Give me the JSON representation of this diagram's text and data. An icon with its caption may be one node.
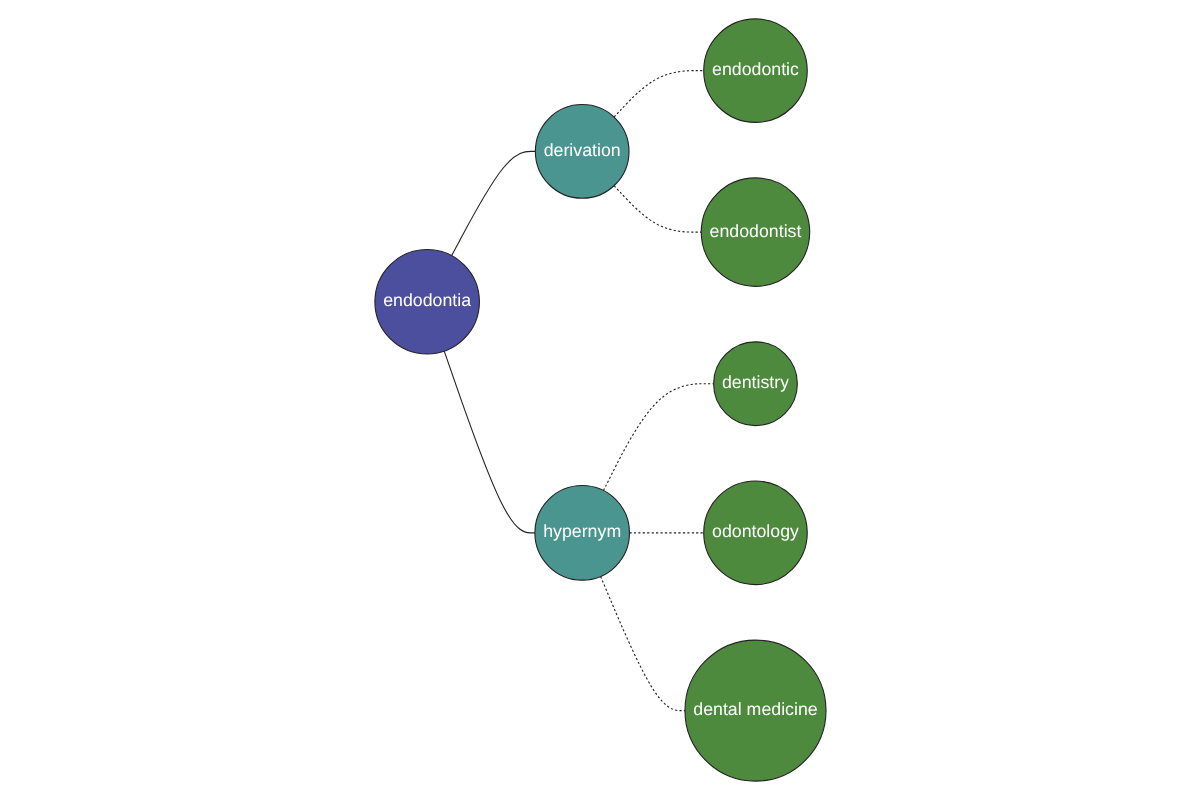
{
  "diagram": {
    "nodes": [
      {
        "text": [
          "endodontic"
        ]
      },
      {
        "text": [
          "endodontist"
        ]
      },
      {
        "text": [
          "derivation"
        ]
      },
      {
        "text": [
          "dentistry"
        ]
      },
      {
        "text": [
          "odontology"
        ]
      },
      {
        "text": [
          "endodontia"
        ]
      },
      {
        "text": [
          "hypernym"
        ]
      },
      {
        "text": [
          "dental medicine"
        ]
      }
    ],
    "edges": [
      {
        "from": 5,
        "to": 2,
        "arrow": "none"
      },
      {
        "from": 5,
        "to": 6,
        "arrow": "none"
      },
      {
        "from": 2,
        "to": 0,
        "arrow": "none",
        "style": "dashed"
      },
      {
        "from": 2,
        "to": 1,
        "arrow": "none",
        "style": "dashed"
      },
      {
        "from": 6,
        "to": 3,
        "arrow": "none",
        "style": "dashed"
      },
      {
        "from": 6,
        "to": 4,
        "arrow": "none",
        "style": "dashed"
      },
      {
        "from": 6,
        "to": 7,
        "arrow": "none",
        "style": "dashed"
      }
    ]
  }
}
